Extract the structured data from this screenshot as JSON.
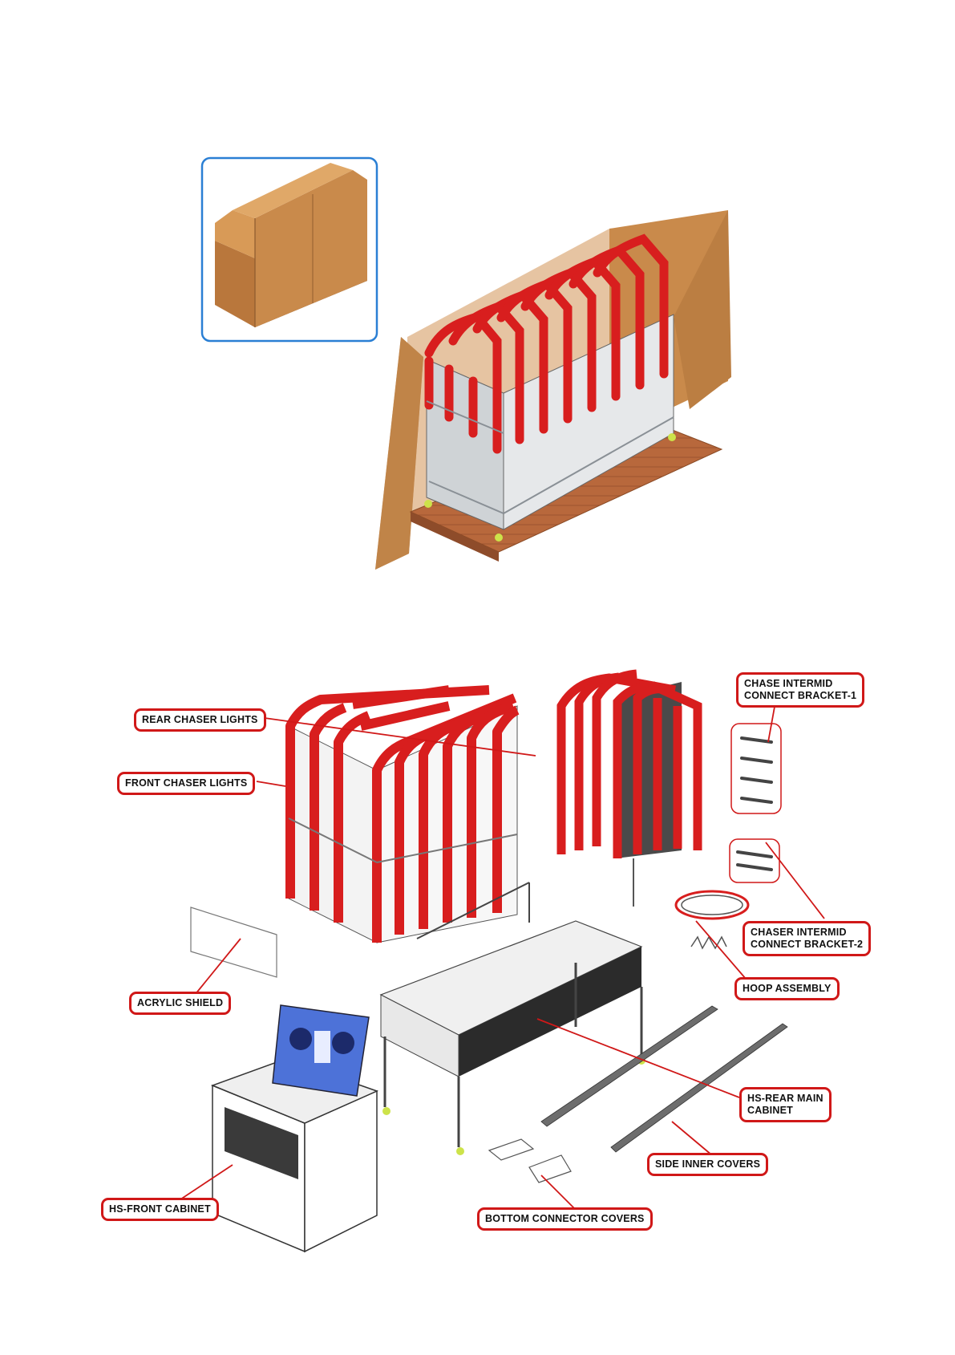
{
  "colors": {
    "callout_border": "#d01818",
    "chaser_red": "#d81e1e",
    "crate_brown": "#c98a4b",
    "pallet_wood": "#b8683c",
    "inset_border": "#2a7fd4",
    "frame_grey": "#9aa0a6",
    "cover_grey": "#6d6d6d"
  },
  "figures": {
    "packed_crate_inset_icon": "closed-crate-icon",
    "opened_crate_icon": "opened-crate-with-frame-icon",
    "exploded_view_icon": "exploded-cabinet-assembly-icon"
  },
  "labels": {
    "rear_chaser_lights": "REAR CHASER LIGHTS",
    "front_chaser_lights": "FRONT CHASER LIGHTS",
    "chase_intermid_1_line1": "CHASE INTERMID",
    "chase_intermid_1_line2": "CONNECT BRACKET-1",
    "chaser_intermid_2_line1": "CHASER INTERMID",
    "chaser_intermid_2_line2": "CONNECT BRACKET-2",
    "hoop_assembly": "HOOP ASSEMBLY",
    "acrylic_shield": "ACRYLIC SHIELD",
    "hs_rear_main_line1": "HS-REAR MAIN",
    "hs_rear_main_line2": "CABINET",
    "side_inner_covers": "SIDE INNER COVERS",
    "hs_front_cabinet": "HS-FRONT CABINET",
    "bottom_connector_covers": "BOTTOM CONNECTOR COVERS"
  }
}
